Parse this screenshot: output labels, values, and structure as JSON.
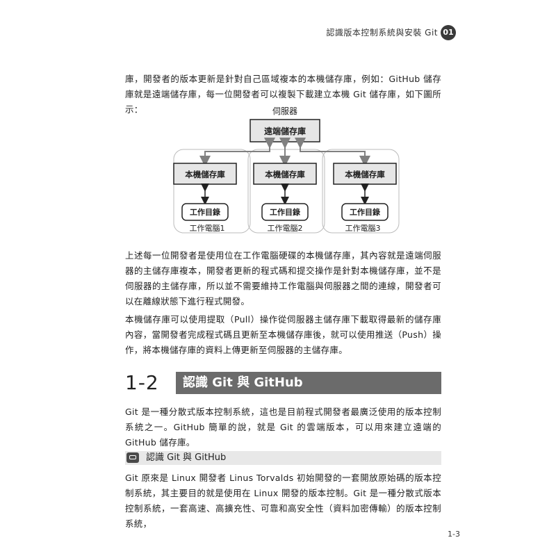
{
  "header": {
    "title": "認識版本控制系統與安裝 Git",
    "chapter_badge": "01"
  },
  "paragraphs": {
    "intro": "庫，開發者的版本更新是針對自己區域複本的本機儲存庫，例如：GitHub 儲存庫就是遠端儲存庫，每一位開發者可以複製下載建立本機 Git 儲存庫，如下圖所示：",
    "p1": "上述每一位開發者是使用位在工作電腦硬碟的本機儲存庫，其內容就是遠端伺服器的主儲存庫複本，開發者更新的程式碼和提交操作是針對本機儲存庫，並不是伺服器的主儲存庫，所以並不需要維持工作電腦與伺服器之間的連線，開發者可以在離線狀態下進行程式開發。",
    "p2": "本機儲存庫可以使用提取（Pull）操作從伺服器主儲存庫下載取得最新的儲存庫內容，當開發者完成程式碼且更新至本機儲存庫後，就可以使用推送（Push）操作，將本機儲存庫的資料上傳更新至伺服器的主儲存庫。",
    "p3": "Git 是一種分散式版本控制系統，這也是目前程式開發者最廣泛使用的版本控制系統之一。GitHub 簡單的說，就是 Git 的雲端版本，可以用來建立遠端的 GitHub 儲存庫。",
    "p4": "Git 原來是 Linux 開發者 Linus Torvalds 初始開發的一套開放原始碼的版本控制系統，其主要目的就是使用在 Linux 開發的版本控制。Git 是一種分散式版本控制系統，一套高速、高擴充性、可靠和高安全性（資料加密傳輸）的版本控制系統，"
  },
  "diagram": {
    "server_label": "伺服器",
    "remote_repo": "遠端儲存庫",
    "computers": [
      {
        "local_repo": "本機儲存庫",
        "workdir": "工作目錄",
        "label": "工作電腦1"
      },
      {
        "local_repo": "本機儲存庫",
        "workdir": "工作目錄",
        "label": "工作電腦2"
      },
      {
        "local_repo": "本機儲存庫",
        "workdir": "工作目錄",
        "label": "工作電腦3"
      }
    ],
    "colors": {
      "box_fill": "#e6e6e6",
      "stroke": "#222222",
      "arrow": "#808080",
      "group_border": "#bbbbbb"
    }
  },
  "section": {
    "number": "1-2",
    "title": "認識 Git 與 GitHub"
  },
  "subsection": {
    "title": "認識 Git 與 GitHub"
  },
  "footer": {
    "page_number": "1-3"
  }
}
